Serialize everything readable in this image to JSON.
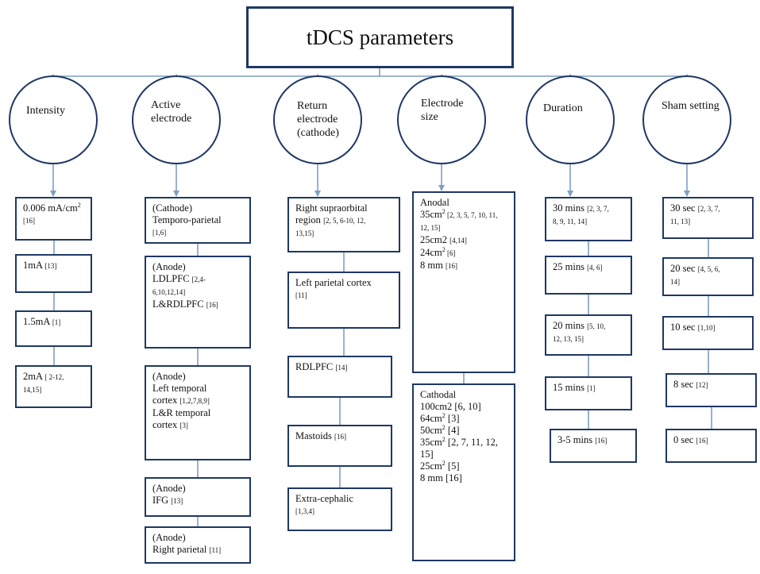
{
  "title": "tDCS parameters",
  "categories": [
    {
      "id": "intensity",
      "label": "Intensity",
      "boxes": [
        {
          "lines": [
            {
              "t": "0.006  mA/cm",
              "sup": "2"
            },
            {
              "r": "[16]"
            }
          ]
        },
        {
          "lines": [
            {
              "t": "1mA ",
              "r": "[13]"
            }
          ]
        },
        {
          "lines": [
            {
              "t": "1.5mA ",
              "r": "[1]"
            }
          ]
        },
        {
          "lines": [
            {
              "t": "2mA ",
              "r": "[ 2-12,"
            },
            {
              "r": "14,15]"
            }
          ]
        }
      ]
    },
    {
      "id": "active-electrode",
      "label": "Active electrode",
      "boxes": [
        {
          "lines": [
            {
              "t": "(Cathode)"
            },
            {
              "t": "Temporo-parietal"
            },
            {
              "r": "[1,6]"
            }
          ]
        },
        {
          "lines": [
            {
              "t": "(Anode)"
            },
            {
              "t": "LDLPFC  ",
              "r": "[2,4-"
            },
            {
              "r": "6,10,12,14]"
            },
            {
              "t": "L&RDLPFC  ",
              "r": "[16]"
            }
          ]
        },
        {
          "lines": [
            {
              "t": "(Anode)"
            },
            {
              "t": "Left temporal"
            },
            {
              "t": "cortex ",
              "r": "[1,2,7,8,9]"
            },
            {
              "t": "L&R  temporal"
            },
            {
              "t": "cortex ",
              "r": "[3]"
            }
          ]
        },
        {
          "lines": [
            {
              "t": "(Anode)"
            },
            {
              "t": "IFG ",
              "r": "[13]"
            }
          ]
        },
        {
          "lines": [
            {
              "t": "(Anode)"
            },
            {
              "t": "Right parietal ",
              "r": "[11]"
            }
          ]
        }
      ]
    },
    {
      "id": "return-electrode",
      "label": "Return electrode (cathode)",
      "boxes": [
        {
          "lines": [
            {
              "t": "Right supraorbital"
            },
            {
              "t": "region ",
              "r": "[2, 5, 6-10, 12,"
            },
            {
              "r": "13,15]"
            }
          ]
        },
        {
          "lines": [
            {
              "t": "Left parietal cortex"
            },
            {
              "r": "[11]"
            }
          ]
        },
        {
          "lines": [
            {
              "t": "RDLPFC  ",
              "r": "[14]"
            }
          ]
        },
        {
          "lines": [
            {
              "t": "Mastoids ",
              "r": "[16]"
            }
          ]
        },
        {
          "lines": [
            {
              "t": "Extra-cephalic"
            },
            {
              "r": "[1,3,4]"
            }
          ]
        }
      ]
    },
    {
      "id": "electrode-size",
      "label": "Electrode size",
      "boxes": [
        {
          "lines": [
            {
              "t": "Anodal"
            },
            {
              "t": "35cm",
              "sup": "2",
              "r": " [2, 3, 5, 7, 10, 11,"
            },
            {
              "r": "12, 15]"
            },
            {
              "t": "25cm2  ",
              "r": "[4,14]"
            },
            {
              "t": "24cm",
              "sup": "2",
              "r": " [6]"
            },
            {
              "t": "8 mm  ",
              "r": "[16]"
            }
          ]
        },
        {
          "lines": [
            {
              "t": "Cathodal"
            },
            {
              "t": "100cm2  [6,  10]"
            },
            {
              "t": "64cm",
              "sup": "2",
              "t2": " [3]"
            },
            {
              "t": "50cm",
              "sup": "2",
              "t2": " [4]"
            },
            {
              "t": "35cm",
              "sup": "2",
              "t2": " [2, 7, 11, 12,"
            },
            {
              "t": "15]"
            },
            {
              "t": "25cm",
              "sup": "2",
              "t2": "  [5]"
            },
            {
              "t": "8 mm  [16]"
            }
          ]
        }
      ]
    },
    {
      "id": "duration",
      "label": "Duration",
      "boxes": [
        {
          "lines": [
            {
              "t": "30 mins ",
              "r": "[2, 3, 7,"
            },
            {
              "r": "8, 9, 11, 14]"
            }
          ]
        },
        {
          "lines": [
            {
              "t": "25 mins ",
              "r": "[4, 6]"
            }
          ]
        },
        {
          "lines": [
            {
              "t": "20 mins ",
              "r": "[5, 10,"
            },
            {
              "r": "12, 13, 15]"
            }
          ]
        },
        {
          "lines": [
            {
              "t": "15 mins ",
              "r": "[1]"
            }
          ]
        },
        {
          "lines": [
            {
              "t": "3-5 mins ",
              "r": "[16]"
            }
          ]
        }
      ]
    },
    {
      "id": "sham-setting",
      "label": "Sham setting",
      "boxes": [
        {
          "lines": [
            {
              "t": "30 sec ",
              "r": "[2, 3, 7,"
            },
            {
              "r": "11, 13]"
            }
          ]
        },
        {
          "lines": [
            {
              "t": "20 sec ",
              "r": "[4, 5, 6,"
            },
            {
              "r": "14]"
            }
          ]
        },
        {
          "lines": [
            {
              "t": "10 sec ",
              "r": "[1,10]"
            }
          ]
        },
        {
          "lines": [
            {
              "t": "8 sec ",
              "r": "[12]"
            }
          ]
        },
        {
          "lines": [
            {
              "t": "0 sec ",
              "r": "[16]"
            }
          ]
        }
      ]
    }
  ]
}
